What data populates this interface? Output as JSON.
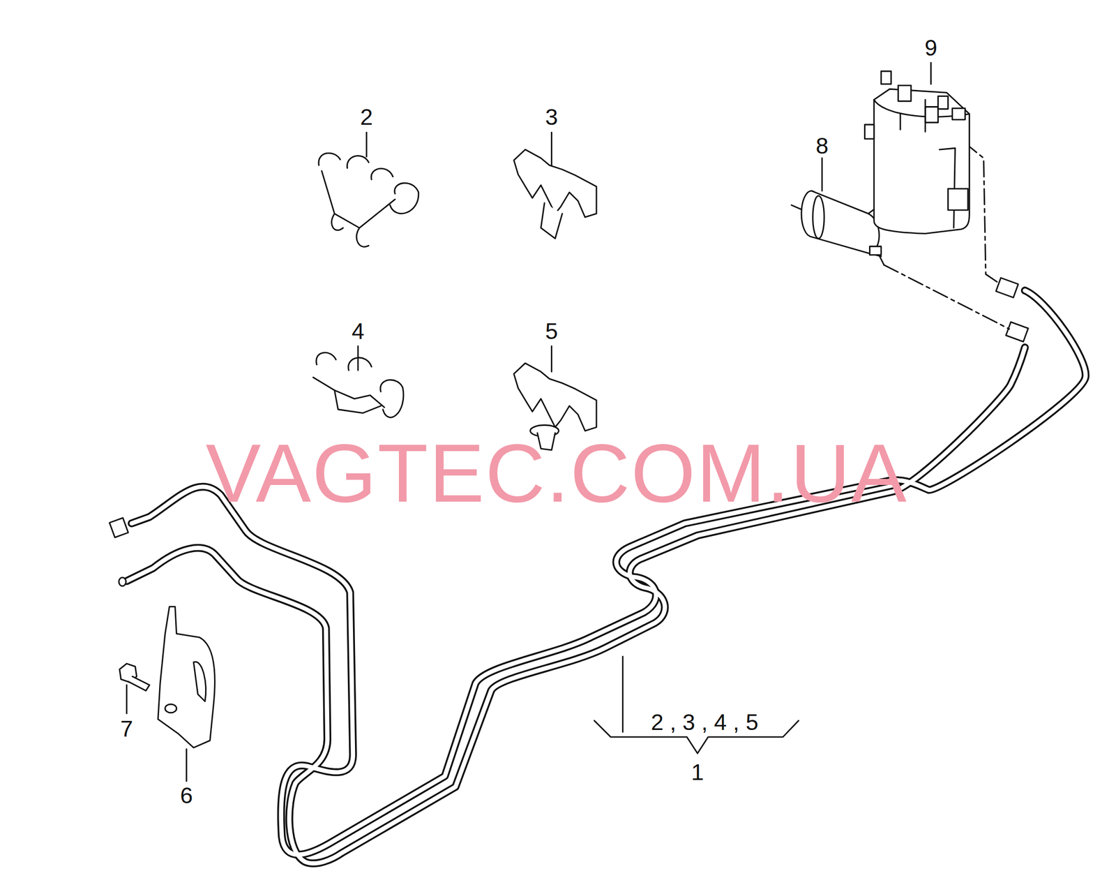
{
  "diagram": {
    "labels": [
      "9",
      "2",
      "3",
      "8",
      "4",
      "5",
      "VAGTEC.COM.UA",
      "7",
      "2 , 3 , 4 , 5",
      "1",
      "6"
    ]
  }
}
